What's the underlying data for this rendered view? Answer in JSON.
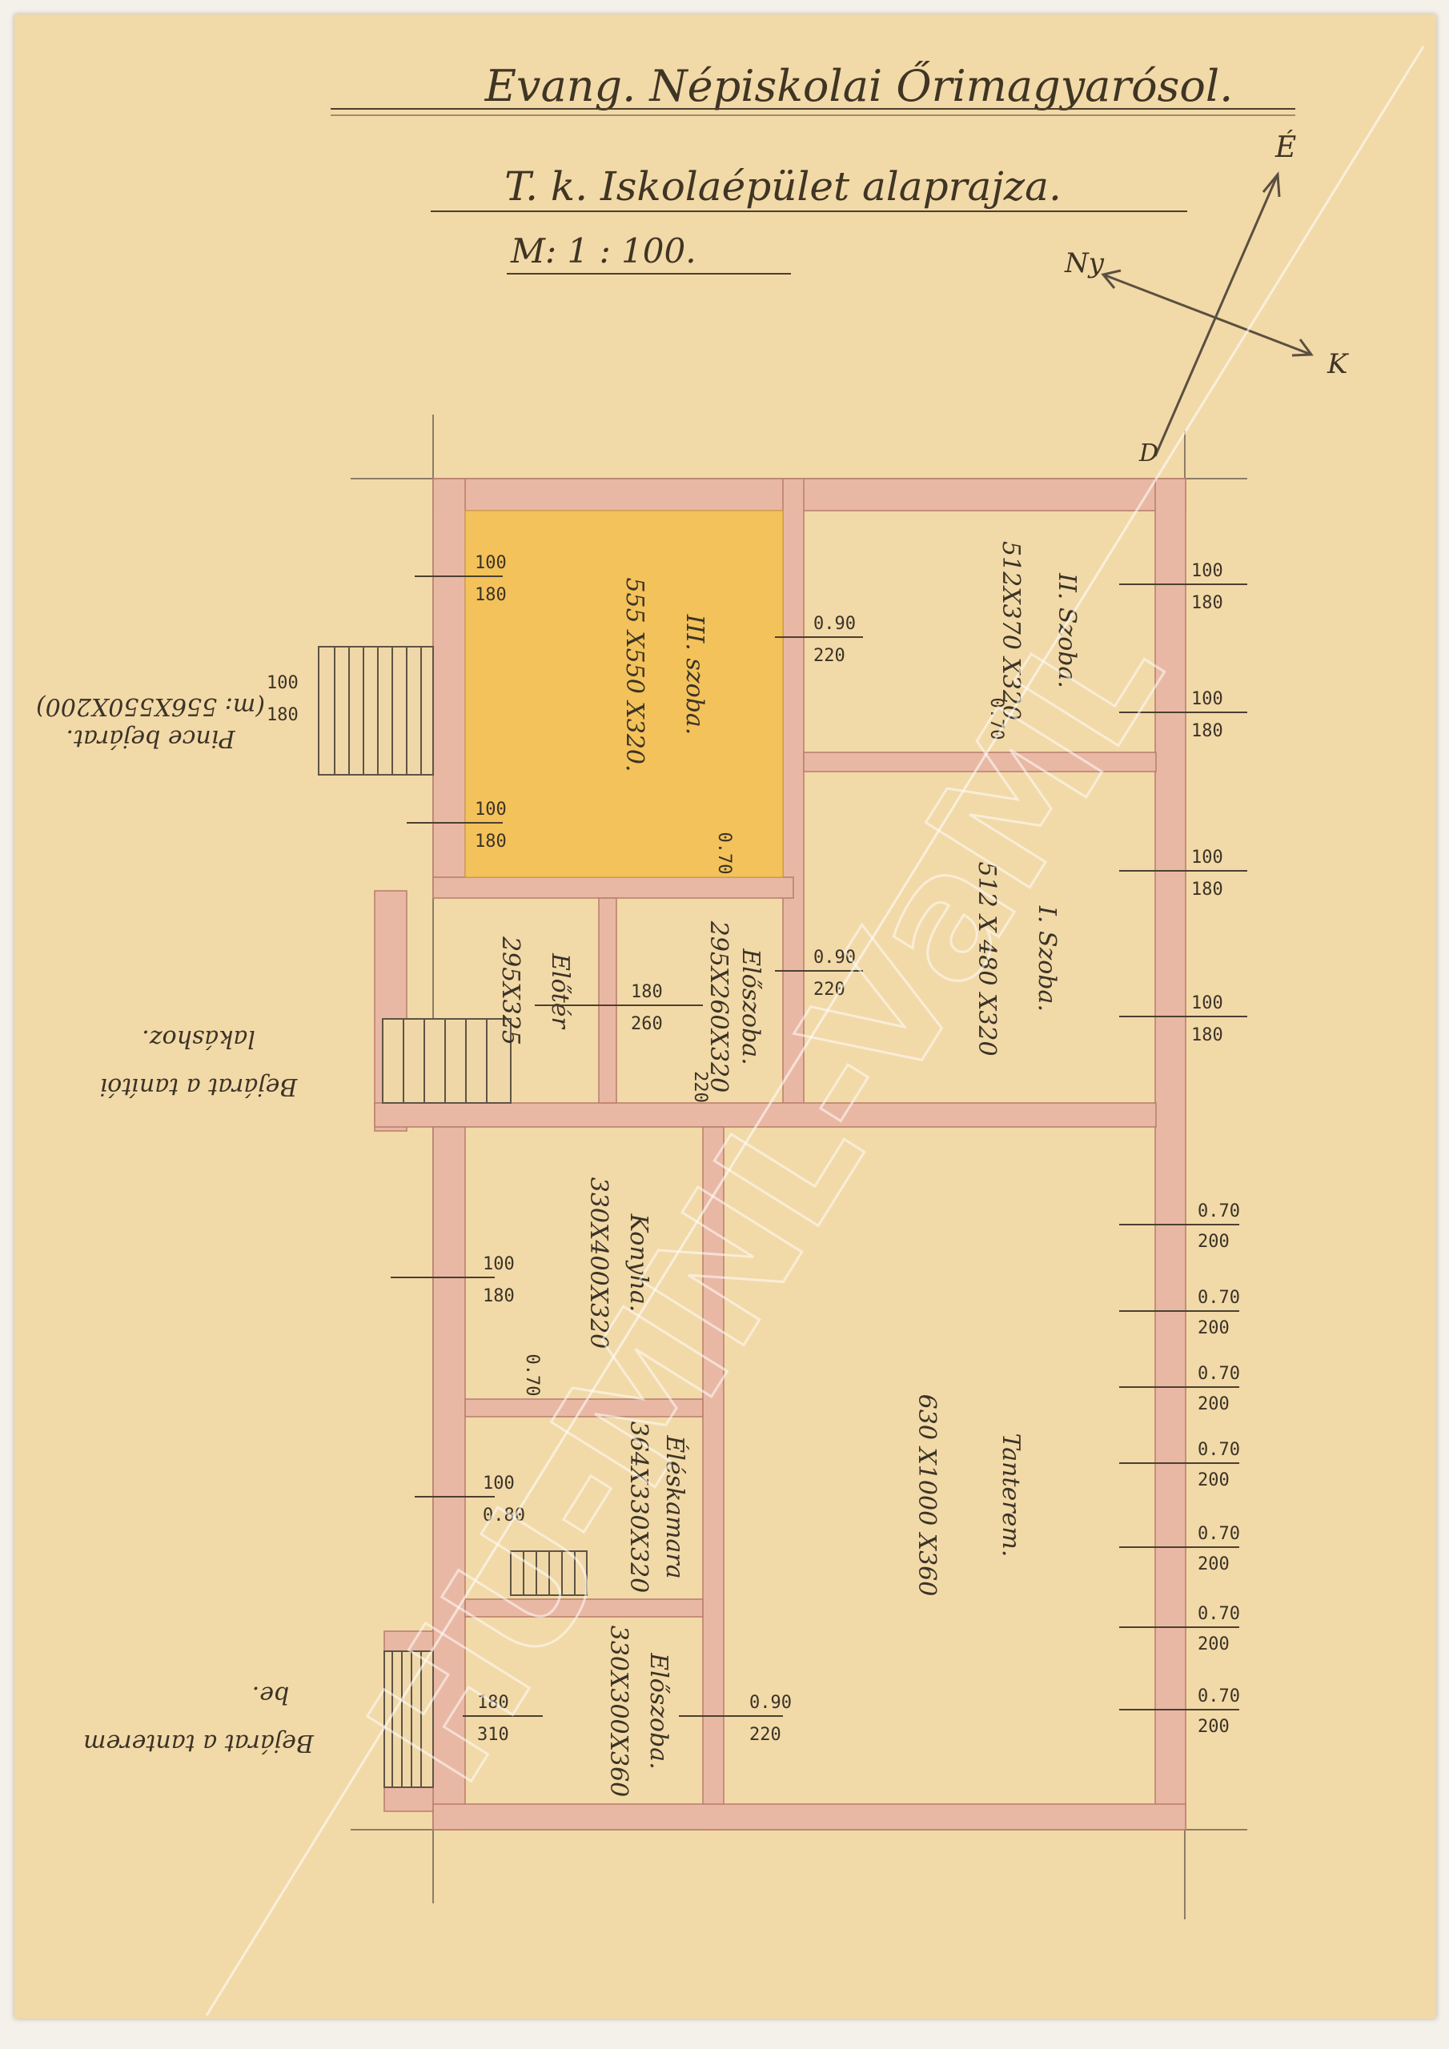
{
  "header": {
    "title": "Evang. Népiskolai Őrimagyarósol.",
    "subtitle": "T. k. Iskolaépület alaprajza.",
    "scale": "M: 1 : 100."
  },
  "compass": {
    "north": "É",
    "south": "D",
    "west": "Ny",
    "east": "K"
  },
  "rooms": {
    "room3": {
      "name": "III. szoba.",
      "dims": "555 X550 X320."
    },
    "room2": {
      "name": "II. Szoba.",
      "dims": "512X370 X320"
    },
    "room1": {
      "name": "I. Szoba.",
      "dims": "512 X 480 X320"
    },
    "eloter": {
      "name": "Előtér",
      "dims": "295X325"
    },
    "eloszoba_upper": {
      "name": "Előszoba.",
      "dims": "295X260X320"
    },
    "konyha": {
      "name": "Konyha.",
      "dims": "330X400X320"
    },
    "eleskamra": {
      "name": "Éléskamara",
      "dims": "364X330X320"
    },
    "eloszoba_lower": {
      "name": "Előszoba.",
      "dims": "330X300X360"
    },
    "tanterem": {
      "name": "Tanterem.",
      "dims": "630 X1000 X360"
    }
  },
  "side_notes": {
    "cellar": "Pince bejárat.",
    "cellar_dims": "(m: 556X550X200)",
    "teacher_entry_1": "Bejárat a tanítói",
    "teacher_entry_2": "lakáshoz.",
    "classroom_entry_1": "Bejárat a tanterem",
    "classroom_entry_2": "be."
  },
  "openings": {
    "w100": "100",
    "w180": "180",
    "w070": "0.70",
    "w090": "0.90",
    "h180": "180",
    "h200": "200",
    "h220": "220",
    "h260": "260",
    "h310": "310",
    "h080": "0.80",
    "d070": "0.70",
    "d220": "220"
  },
  "watermark": "HU-MNL-VaML",
  "colors": {
    "paper": "#f2d9a8",
    "wall": "#e9b8a4",
    "room3_fill": "#f4c25a",
    "ink": "#3a3326"
  }
}
